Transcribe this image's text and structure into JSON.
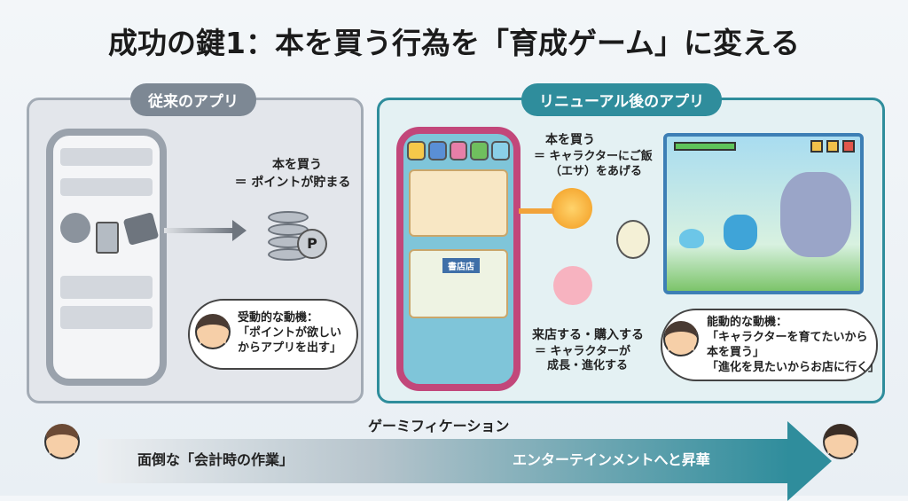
{
  "title": "成功の鍵1：本を買う行為を「育成ゲーム」に変える",
  "left_panel": {
    "label": "従来のアプリ",
    "caption_line1": "本を買う",
    "caption_line2": "＝ ポイントが貯まる",
    "coin_letter": "P",
    "thought_line1": "受動的な動機：",
    "thought_line2": "「ポイントが欲しい",
    "thought_line3": "からアプリを出す」"
  },
  "right_panel": {
    "label": "リニューアル後のアプリ",
    "store_sign": "書店店",
    "feed_line1": "本を買う",
    "feed_line2": "＝ キャラクターにご飯",
    "feed_line3": "（エサ）をあげる",
    "visit_line1": "来店する・購入する",
    "visit_line2": "＝ キャラクターが",
    "visit_line3": "成長・進化する",
    "thought_line1": "能動的な動機：",
    "thought_line2": "「キャラクターを育てたいから",
    "thought_line3": "本を買う」",
    "thought_line4": "「進化を見たいからお店に行く」"
  },
  "bottom": {
    "arrow_label": "ゲーミフィケーション",
    "from_text": "面倒な「会計時の作業」",
    "to_text": "エンターテインメントへと昇華"
  },
  "colors": {
    "teal": "#2f8d9c",
    "gray": "#7d8894"
  }
}
